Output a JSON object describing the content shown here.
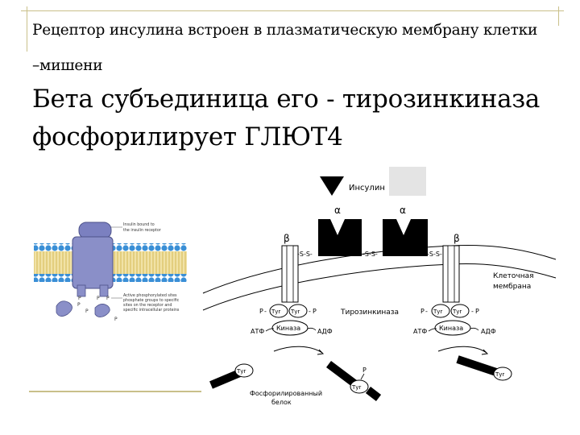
{
  "slide": {
    "line1": "Рецептор инсулина встроен в плазматическую мембрану клетки",
    "line2": "–мишени",
    "heading1": "Бета субъединица его - тирозинкиназа",
    "heading2": "фосфорилирует ГЛЮТ4"
  },
  "left_figure": {
    "label_top": [
      "Insulin bound to",
      "the insulin receptor"
    ],
    "label_bottom": [
      "Active phosphorylated sites",
      "phosphate groups to specific",
      "sites on the receptor and",
      "specific intracellular proteins"
    ],
    "p_marks": [
      "P",
      "P",
      "P",
      "P",
      "P",
      "P"
    ]
  },
  "right_figure": {
    "insulin": "Инсулин",
    "alpha": "α",
    "beta": "β",
    "ss": "-S-S-",
    "membrane": [
      "Клеточная",
      "мембрана"
    ],
    "tyr": "Тyr",
    "kinase": "Киназа",
    "tyrosine_kinase": "Тирозинкиназа",
    "atp": "АТФ",
    "adp": "АДФ",
    "p": "P",
    "phospho_protein": [
      "Фосфорилированный",
      "белок"
    ]
  },
  "colors": {
    "frame": "#c9c08a",
    "receptor": "#8a8fc8",
    "membrane_head": "#3a8fd6",
    "membrane_tail": "#e8d27a"
  }
}
